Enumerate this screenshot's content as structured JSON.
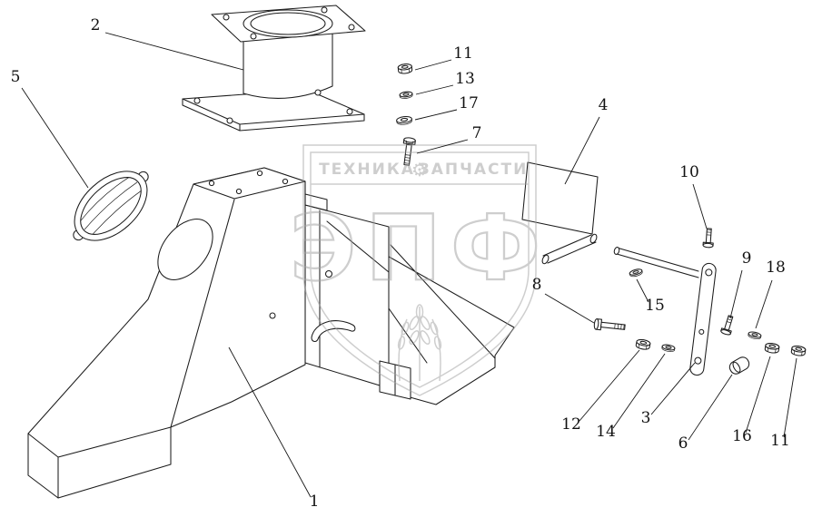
{
  "page": {
    "background": "#ffffff"
  },
  "diagram": {
    "type": "exploded-parts-diagram",
    "callouts": [
      {
        "label": "2"
      },
      {
        "label": "5"
      },
      {
        "label": "11"
      },
      {
        "label": "13"
      },
      {
        "label": "17"
      },
      {
        "label": "7"
      },
      {
        "label": "4"
      },
      {
        "label": "10"
      },
      {
        "label": "8"
      },
      {
        "label": "15"
      },
      {
        "label": "9"
      },
      {
        "label": "18"
      },
      {
        "label": "12"
      },
      {
        "label": "14"
      },
      {
        "label": "3"
      },
      {
        "label": "6"
      },
      {
        "label": "16"
      },
      {
        "label": "11"
      },
      {
        "label": "1"
      }
    ]
  },
  "watermark": {
    "brand_left": "ТЕХНИКА",
    "brand_right": "ЗАПЧАСТИ",
    "gear_icon": "⚙",
    "monogram": "ЭПФ"
  },
  "colors": {
    "line": "#1c1c1c",
    "watermark": "#b4b4b4",
    "background": "#ffffff"
  }
}
